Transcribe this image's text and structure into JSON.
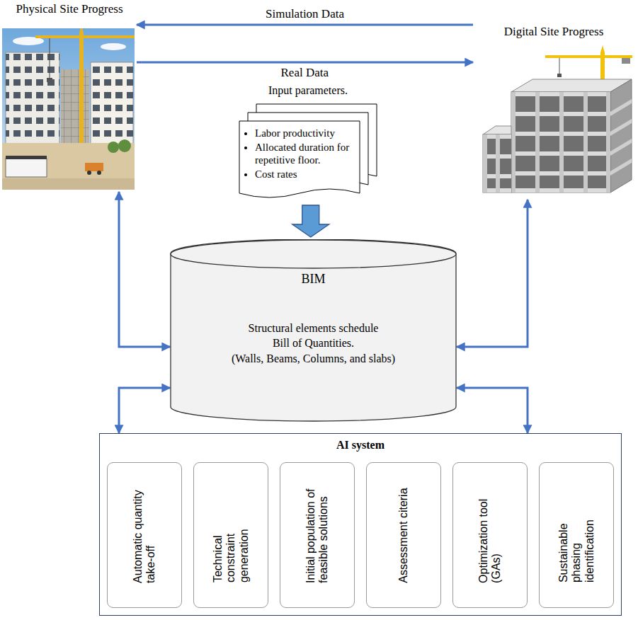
{
  "diagram": {
    "nodes": [
      {
        "text": [
          "Physical Site Progress"
        ]
      },
      {
        "text": [
          "Digital Site Progress"
        ]
      },
      {
        "text": [
          "Input parameters.",
          "Labor productivity",
          "Allocated duration for repetitive floor.",
          "Cost rates"
        ]
      },
      {
        "text": [
          "BIM",
          "Structural elements schedule",
          "Bill of Quantities.",
          "(Walls, Beams, Columns, and slabs)"
        ]
      },
      {
        "text": [
          "AI system"
        ]
      },
      {
        "text": [
          "Automatic quantity take-off"
        ],
        "in": 4
      },
      {
        "text": [
          "Technical constraint generation"
        ],
        "in": 4
      },
      {
        "text": [
          "Initial population of feasible solutions"
        ],
        "in": 4
      },
      {
        "text": [
          "Assessment citeria"
        ],
        "in": 4
      },
      {
        "text": [
          "Optimization tool (GAs)"
        ],
        "in": 4
      },
      {
        "text": [
          "Sustainable phasing identification"
        ],
        "in": 4
      }
    ],
    "edges": [
      {
        "from": 1,
        "to": 0,
        "label": "Simulation Data",
        "arrow": "to"
      },
      {
        "from": 0,
        "to": 1,
        "label": "Real Data",
        "arrow": "to"
      },
      {
        "from": 2,
        "to": 3,
        "arrow": "to"
      },
      {
        "from": 0,
        "to": 3,
        "arrow": "both"
      },
      {
        "from": 1,
        "to": 3,
        "arrow": "both"
      },
      {
        "from": 3,
        "to": 4,
        "arrow": "both"
      },
      {
        "from": 3,
        "to": 4,
        "arrow": "both"
      },
      {
        "from": 5,
        "to": 6,
        "arrow": "to"
      },
      {
        "from": 6,
        "to": 7,
        "arrow": "to"
      },
      {
        "from": 7,
        "to": 8,
        "arrow": "to"
      },
      {
        "from": 8,
        "to": 9,
        "arrow": "to"
      },
      {
        "from": 9,
        "to": 10,
        "arrow": "to"
      }
    ]
  }
}
